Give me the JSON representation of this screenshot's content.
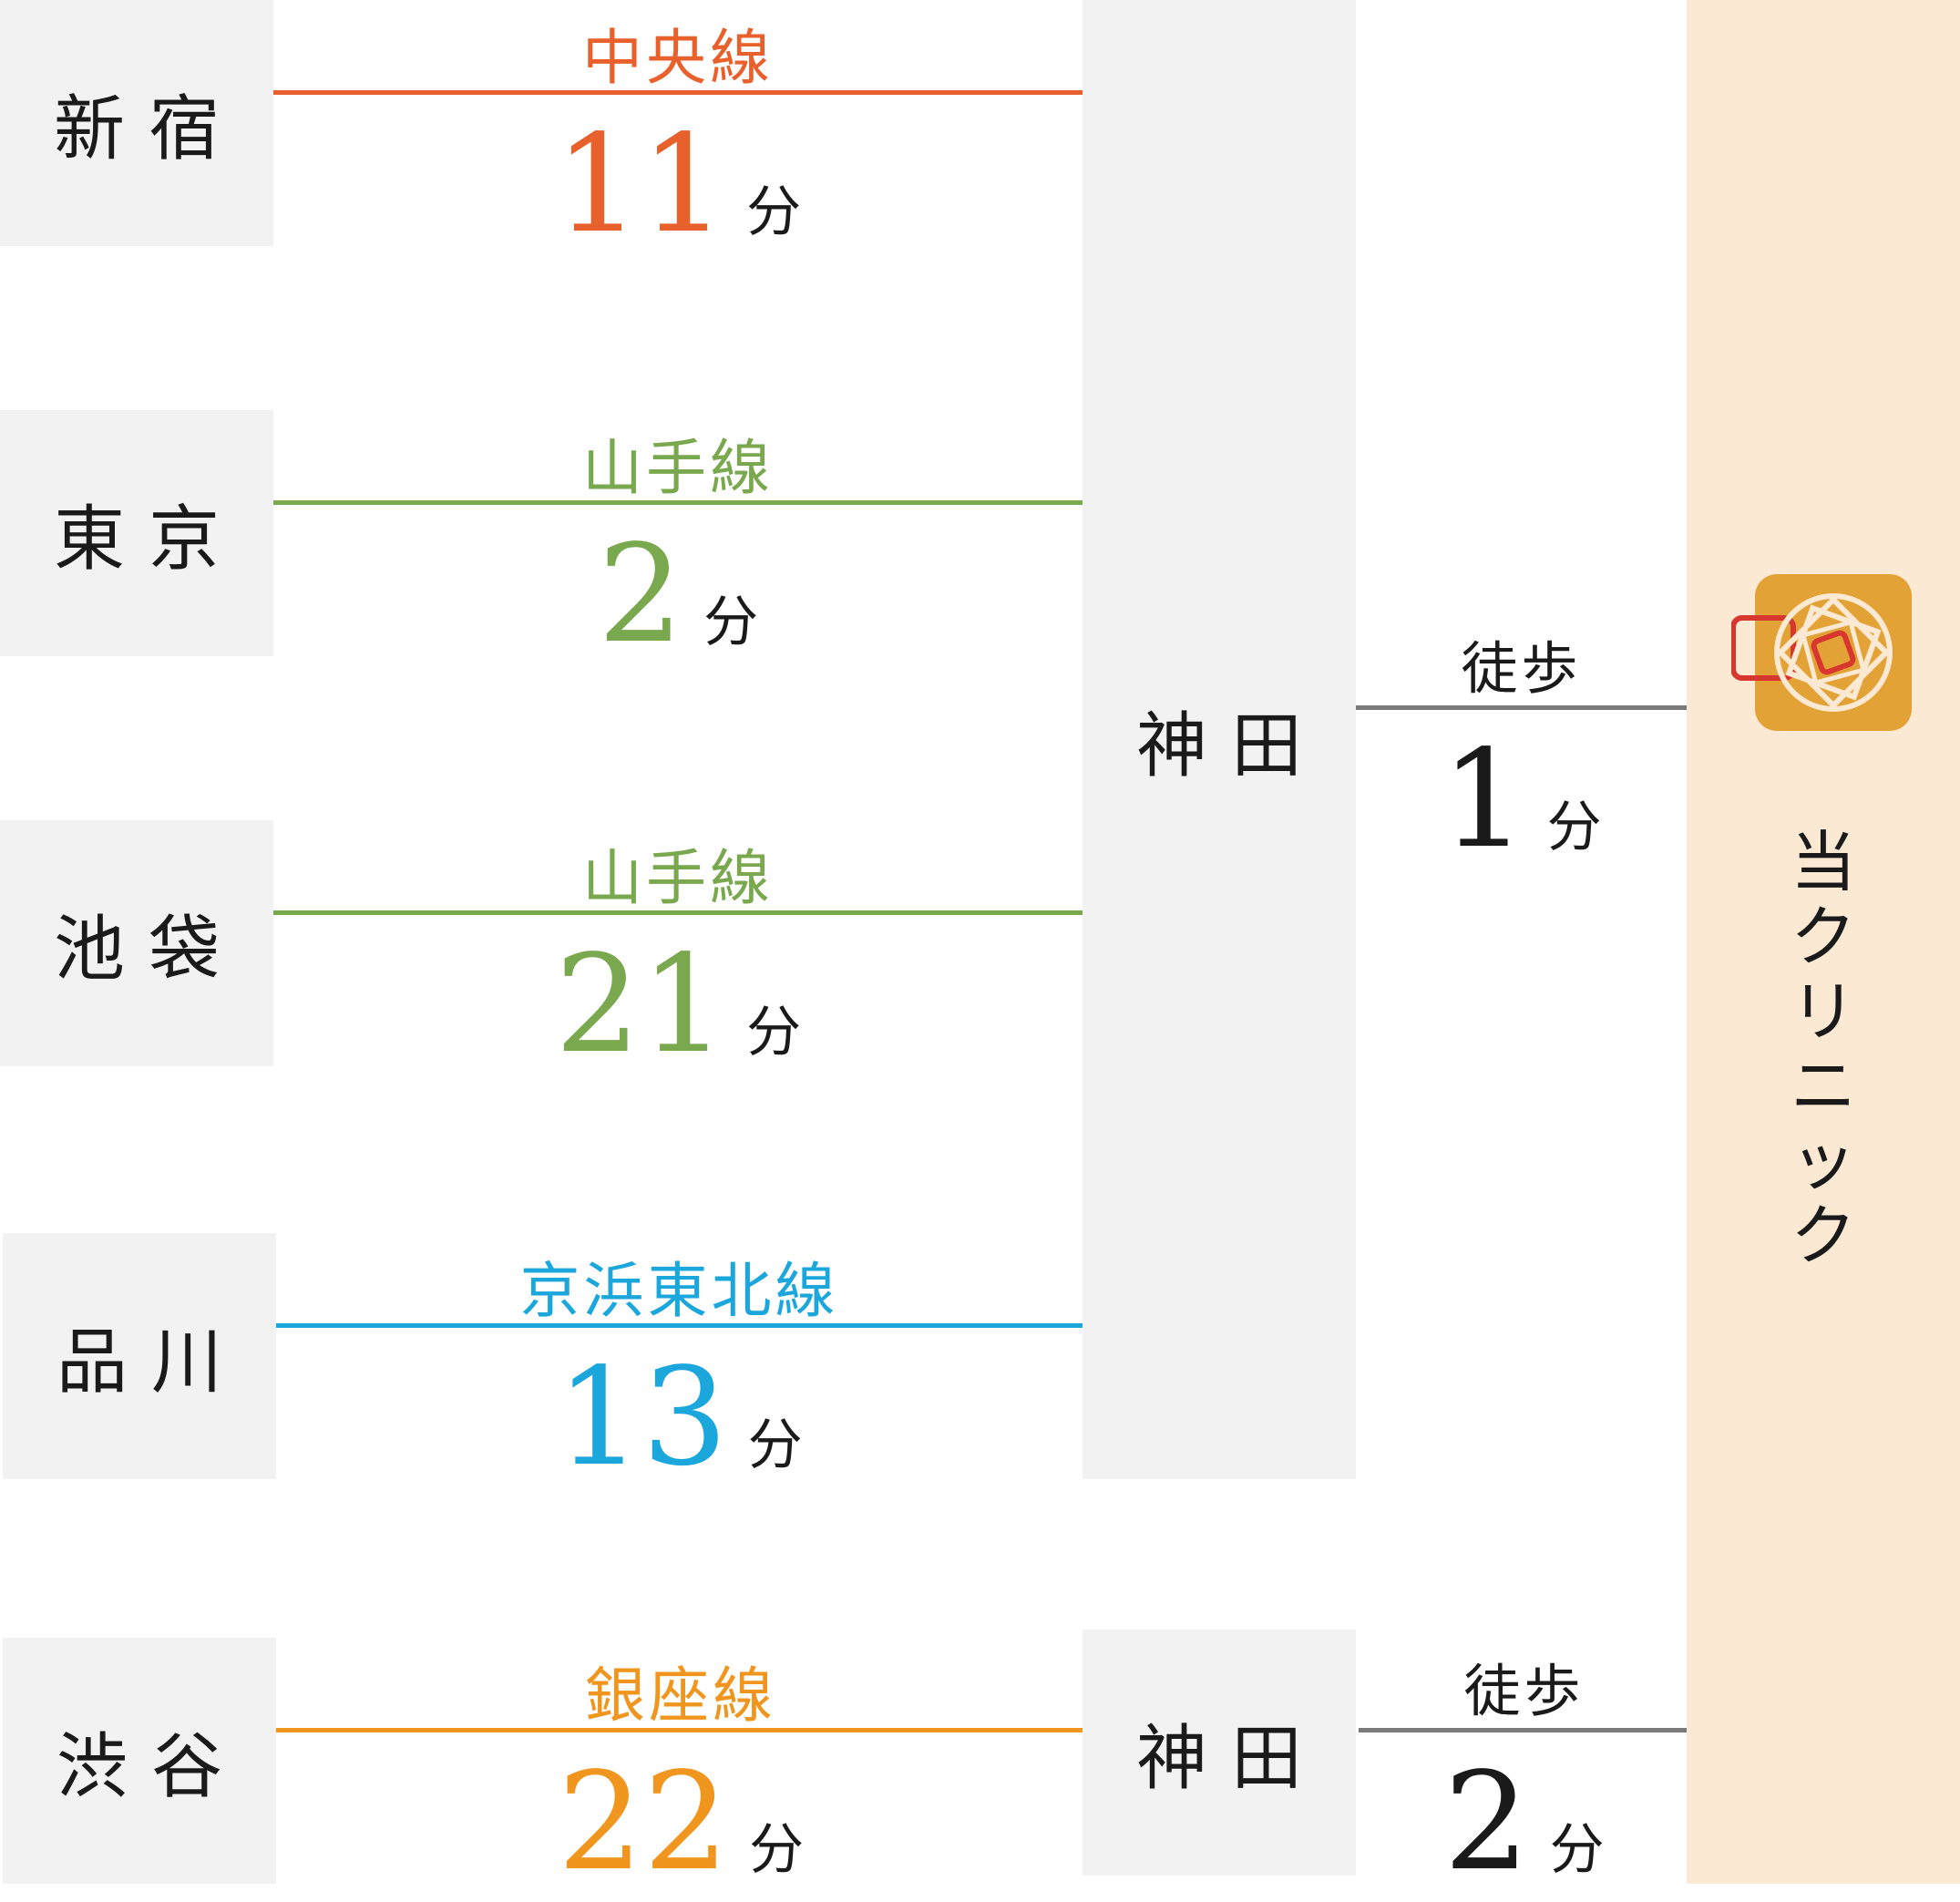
{
  "colors": {
    "chuo": "#e8602c",
    "yamanote": "#7aa84e",
    "keihin": "#1ba7dc",
    "ginza": "#f0961e",
    "walk": "#7a7a7a",
    "box": "#f2f2f2",
    "clinic_bg": "#fbe9d3",
    "logo_orange": "#e3a236",
    "logo_red": "#d8372f"
  },
  "routes": [
    {
      "origin": "新宿",
      "line": "中央線",
      "minutes": "11",
      "unit": "分"
    },
    {
      "origin": "東京",
      "line": "山手線",
      "minutes": "2",
      "unit": "分"
    },
    {
      "origin": "池袋",
      "line": "山手線",
      "minutes": "21",
      "unit": "分"
    },
    {
      "origin": "品川",
      "line": "京浜東北線",
      "minutes": "13",
      "unit": "分"
    },
    {
      "origin": "渋谷",
      "line": "銀座線",
      "minutes": "22",
      "unit": "分"
    }
  ],
  "hubs": [
    {
      "name": "神田",
      "walk_label": "徒歩",
      "walk_minutes": "1",
      "unit": "分"
    },
    {
      "name": "神田",
      "walk_label": "徒歩",
      "walk_minutes": "2",
      "unit": "分"
    }
  ],
  "clinic": {
    "name_chars": [
      "当",
      "ク",
      "リ",
      "ニ",
      "ッ",
      "ク"
    ],
    "logo_icon": "clinic-logo-icon"
  }
}
